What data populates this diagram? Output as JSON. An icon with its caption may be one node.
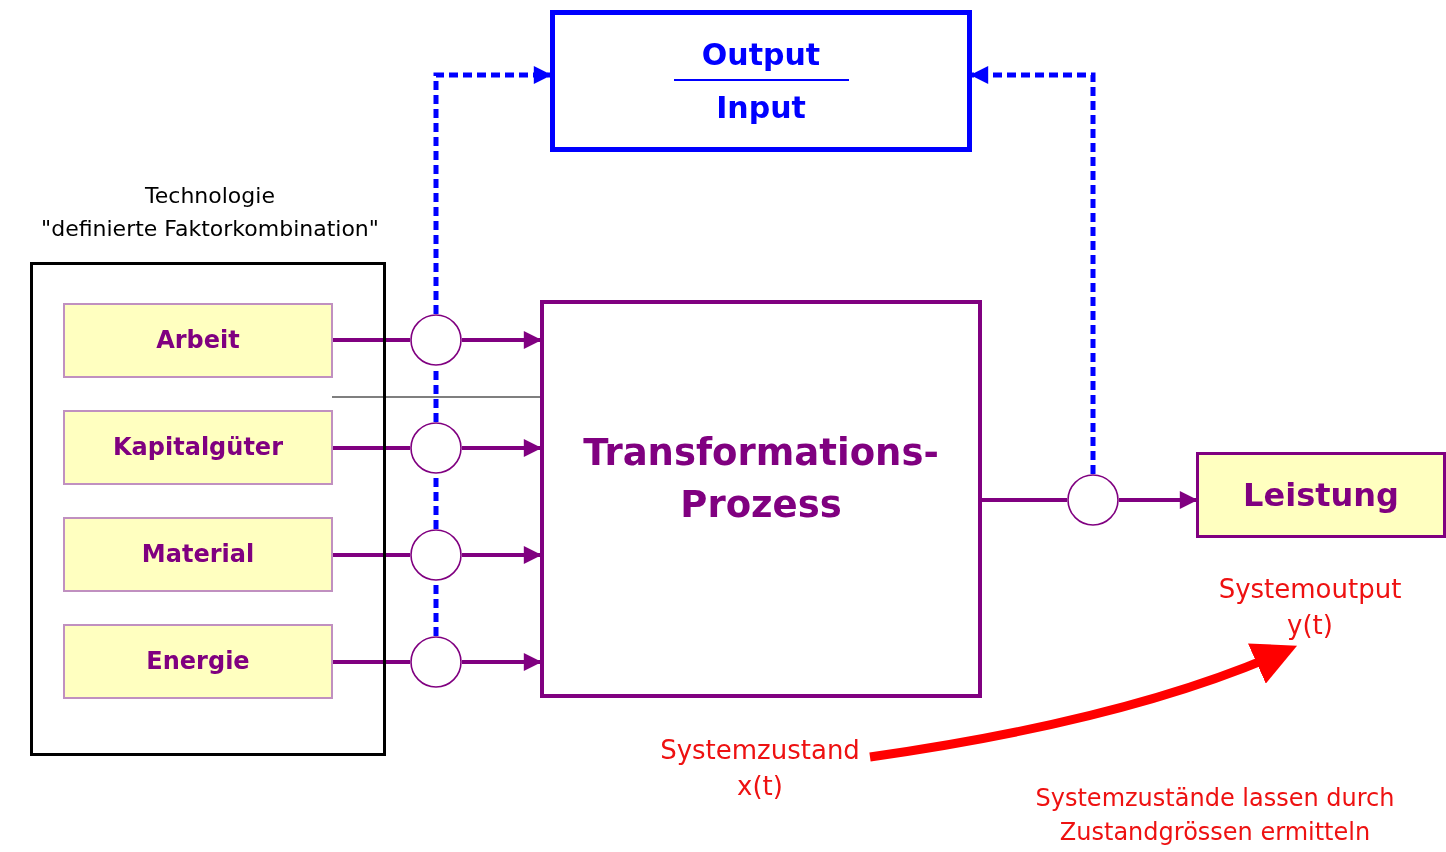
{
  "diagram": {
    "nodes": [
      {
        "text": [
          "Output",
          "Input"
        ]
      },
      {
        "text": [
          "Technologie",
          "\"definierte Faktorkombination\""
        ]
      },
      {
        "text": [
          "Arbeit"
        ],
        "in": 1
      },
      {
        "text": [
          "Kapitalgüter"
        ],
        "in": 1
      },
      {
        "text": [
          "Material"
        ],
        "in": 1
      },
      {
        "text": [
          "Energie"
        ],
        "in": 1
      },
      {
        "text": [],
        "shape": "circle"
      },
      {
        "text": [],
        "shape": "circle"
      },
      {
        "text": [],
        "shape": "circle"
      },
      {
        "text": [],
        "shape": "circle"
      },
      {
        "text": [
          "Transformations-Prozess"
        ]
      },
      {
        "text": [],
        "shape": "circle"
      },
      {
        "text": [
          "Leistung"
        ]
      },
      {
        "text": [
          "Systemoutput y(t)"
        ]
      },
      {
        "text": [
          "Systemzustand x(t)"
        ]
      }
    ],
    "edges": [
      {
        "from": 2,
        "to": 6,
        "arrow": "none"
      },
      {
        "from": 6,
        "to": 10,
        "arrow": "to"
      },
      {
        "from": 3,
        "to": 7,
        "arrow": "none"
      },
      {
        "from": 7,
        "to": 10,
        "arrow": "to"
      },
      {
        "from": 4,
        "to": 8,
        "arrow": "none"
      },
      {
        "from": 8,
        "to": 10,
        "arrow": "to"
      },
      {
        "from": 5,
        "to": 9,
        "arrow": "none"
      },
      {
        "from": 9,
        "to": 10,
        "arrow": "to"
      },
      {
        "from": 10,
        "to": 11,
        "arrow": "none"
      },
      {
        "from": 11,
        "to": 12,
        "arrow": "to"
      },
      {
        "from": 9,
        "to": 8,
        "arrow": "none",
        "style": "dashed",
        "color": "#0000ff"
      },
      {
        "from": 8,
        "to": 7,
        "arrow": "none",
        "style": "dashed",
        "color": "#0000ff"
      },
      {
        "from": 7,
        "to": 6,
        "arrow": "none",
        "style": "dashed",
        "color": "#0000ff"
      },
      {
        "from": 6,
        "to": 0,
        "arrow": "to",
        "style": "dashed",
        "color": "#0000ff"
      },
      {
        "from": 11,
        "to": 0,
        "arrow": "to",
        "style": "dashed",
        "color": "#0000ff"
      },
      {
        "from": 14,
        "to": 13,
        "arrow": "to",
        "style": "thick",
        "color": "#ff0000"
      }
    ],
    "labels": [
      "Systemzustände lassen durch Zustandgrössen ermitteln"
    ]
  }
}
